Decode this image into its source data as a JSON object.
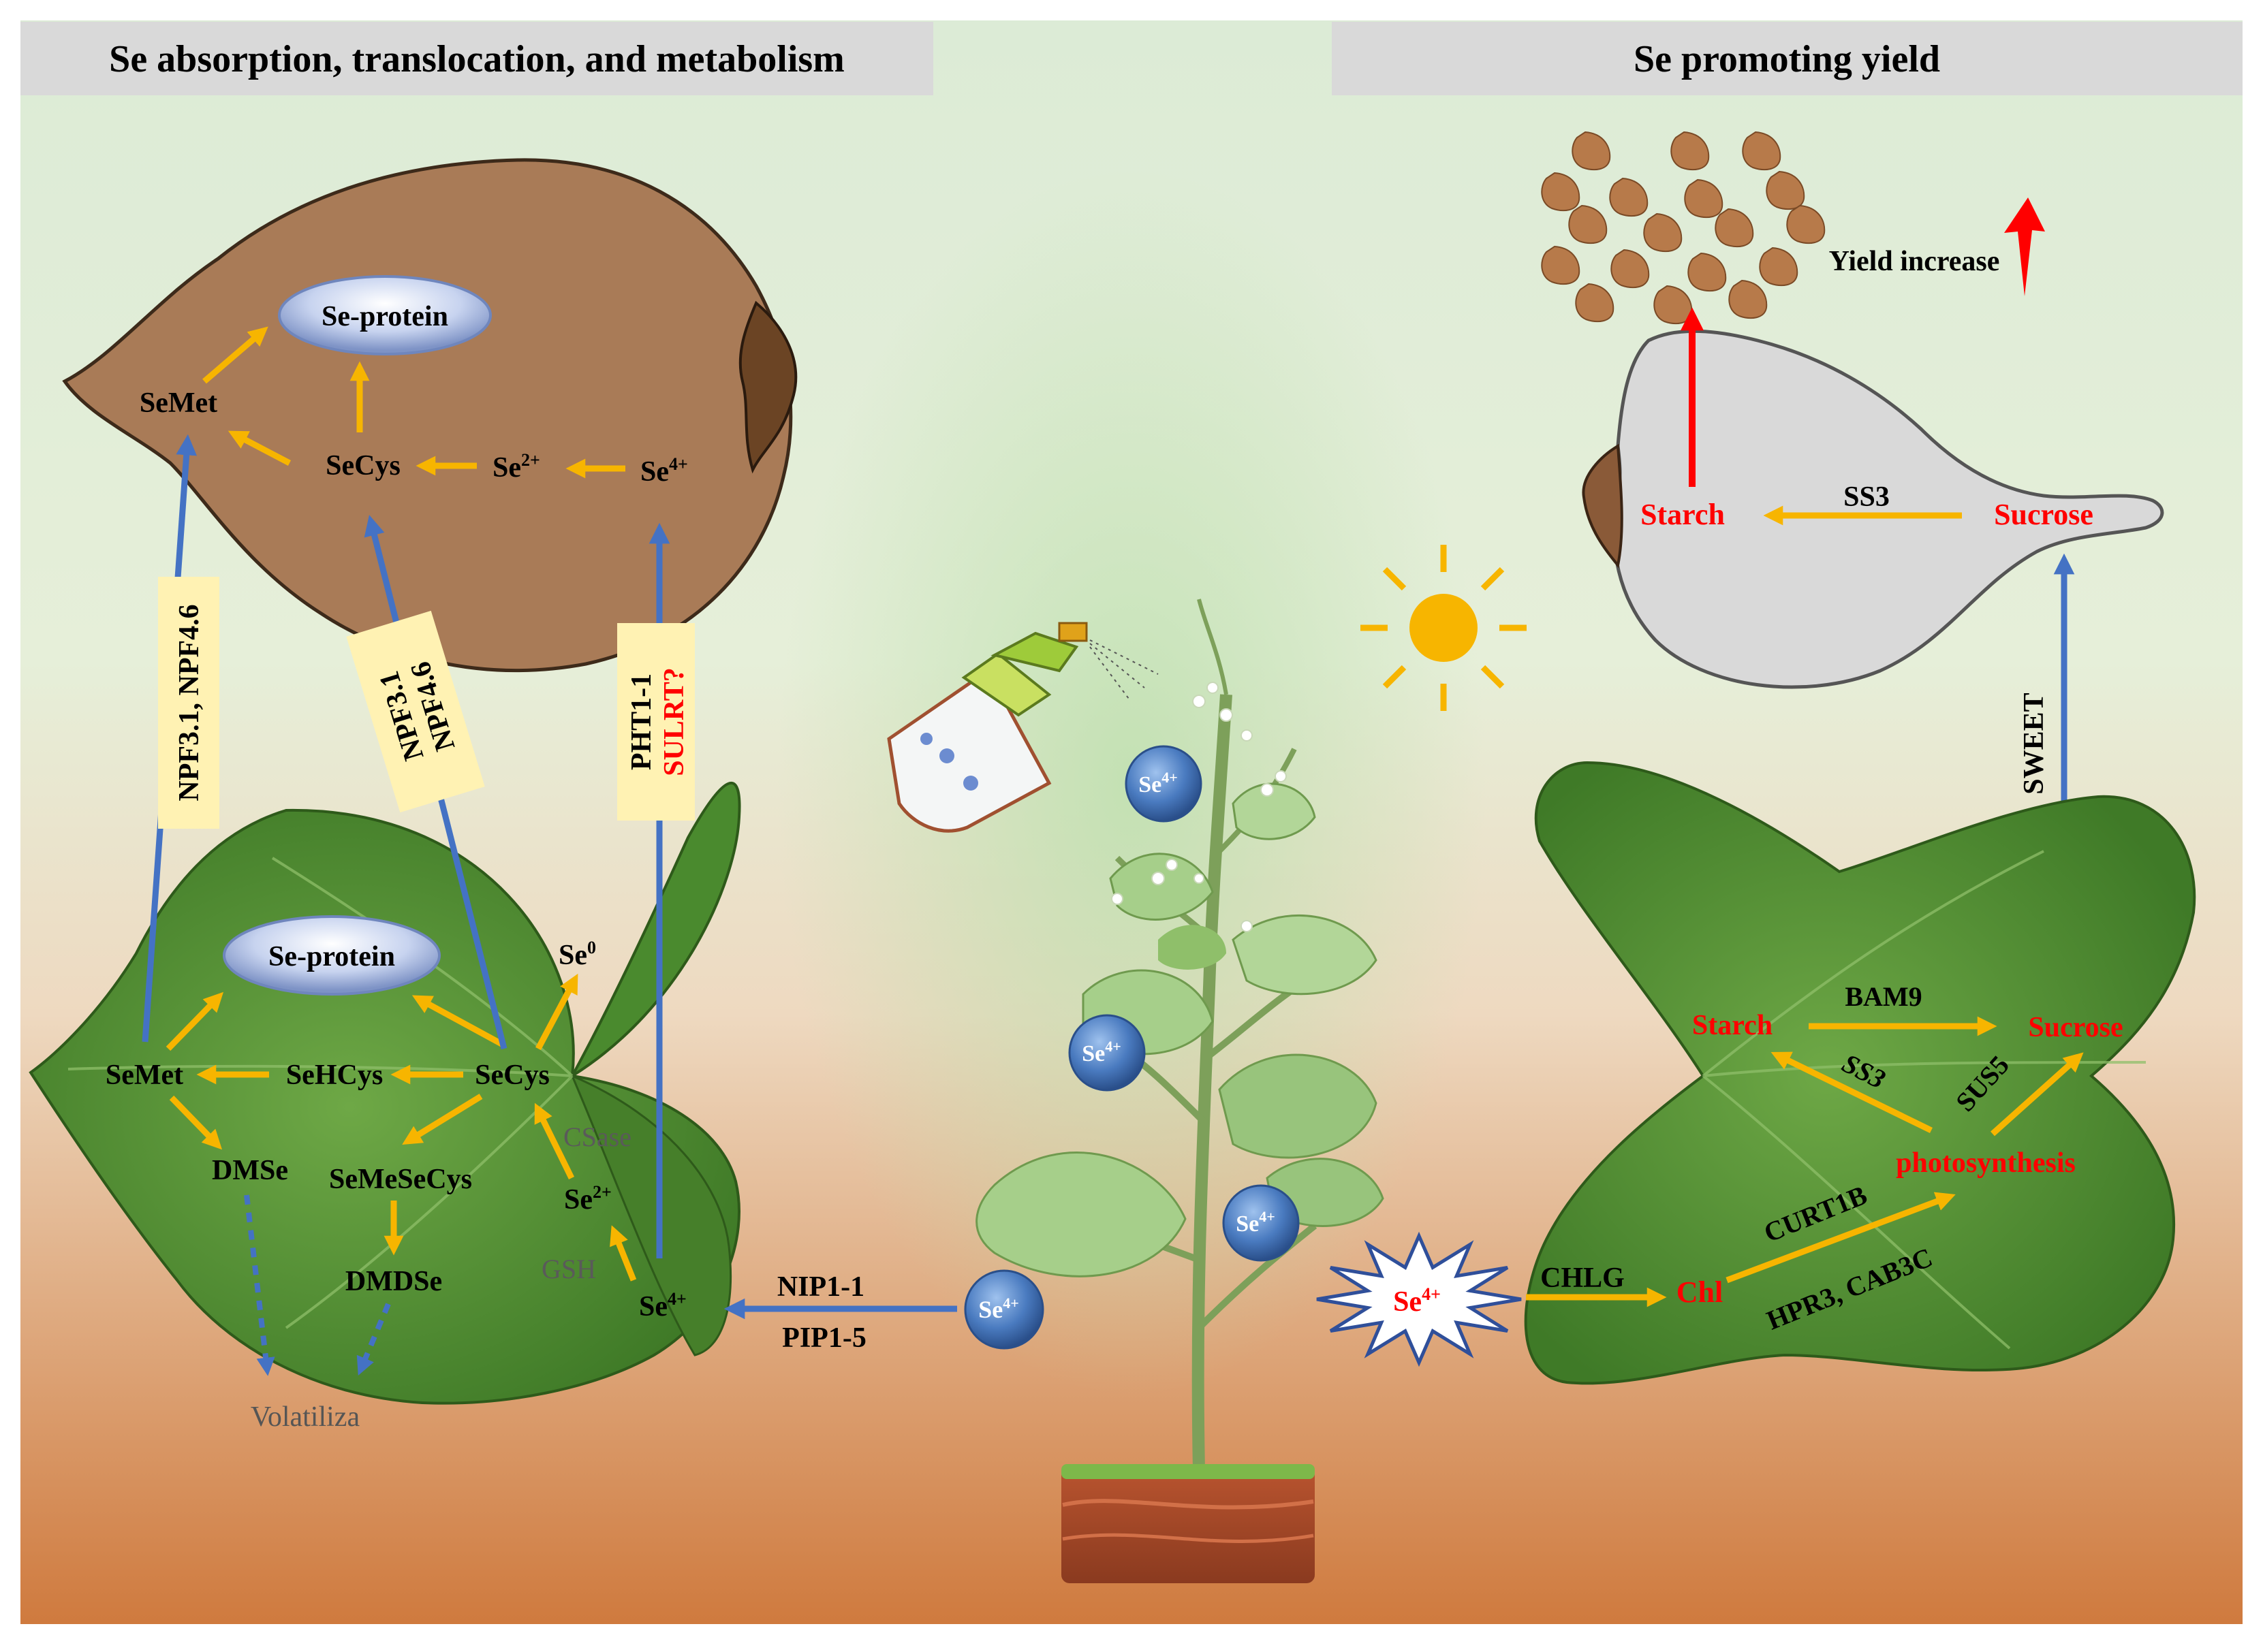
{
  "headers": {
    "left": "Se absorption, translocation, and metabolism",
    "right": "Se promoting yield"
  },
  "seed": {
    "se_protein": "Se-protein",
    "semet": "SeMet",
    "secys": "SeCys",
    "se2": "Se",
    "se2_sup": "2+",
    "se4": "Se",
    "se4_sup": "4+"
  },
  "transporters": {
    "t1": "NPF3.1, NPF4.6",
    "t2_line1": "NPF3.1",
    "t2_line2": "NPF4.6",
    "t3_line1": "PHT1-1",
    "t3_line2": "SULRT?"
  },
  "leaf_left": {
    "se_protein": "Se-protein",
    "se0": "Se",
    "se0_sup": "0",
    "semet": "SeMet",
    "sehcys": "SeHCys",
    "secys": "SeCys",
    "csase": "CSase",
    "dmse": "DMSe",
    "semesecys": "SeMeSeCys",
    "se2": "Se",
    "se2_sup": "2+",
    "gsh": "GSH",
    "dmdse": "DMDSe",
    "se4": "Se",
    "se4_sup": "4+",
    "volatiliza": "Volatiliza"
  },
  "uptake": {
    "nip": "NIP1-1",
    "pip": "PIP1-5"
  },
  "plant_ions": {
    "label": "Se",
    "sup": "4+"
  },
  "yield": {
    "label": "Yield increase"
  },
  "seed_right": {
    "starch": "Starch",
    "ss3": "SS3",
    "sucrose": "Sucrose"
  },
  "sweet": "SWEET",
  "leaf_right": {
    "starch": "Starch",
    "bam9": "BAM9",
    "sucrose": "Sucrose",
    "ss3": "SS3",
    "sus5": "SUS5",
    "photosynthesis": "photosynthesis",
    "curt1b": "CURT1B",
    "hpr3": "HPR3, CAB3C",
    "chlg": "CHLG",
    "chl": "Chl"
  },
  "star": {
    "label": "Se",
    "sup": "4+"
  },
  "colors": {
    "arrow_yellow": "#f7b500",
    "arrow_blue": "#4472c4",
    "red_text": "#ff0000",
    "seed_brown": "#a97b57",
    "leaf_green": "#4f8a32"
  }
}
